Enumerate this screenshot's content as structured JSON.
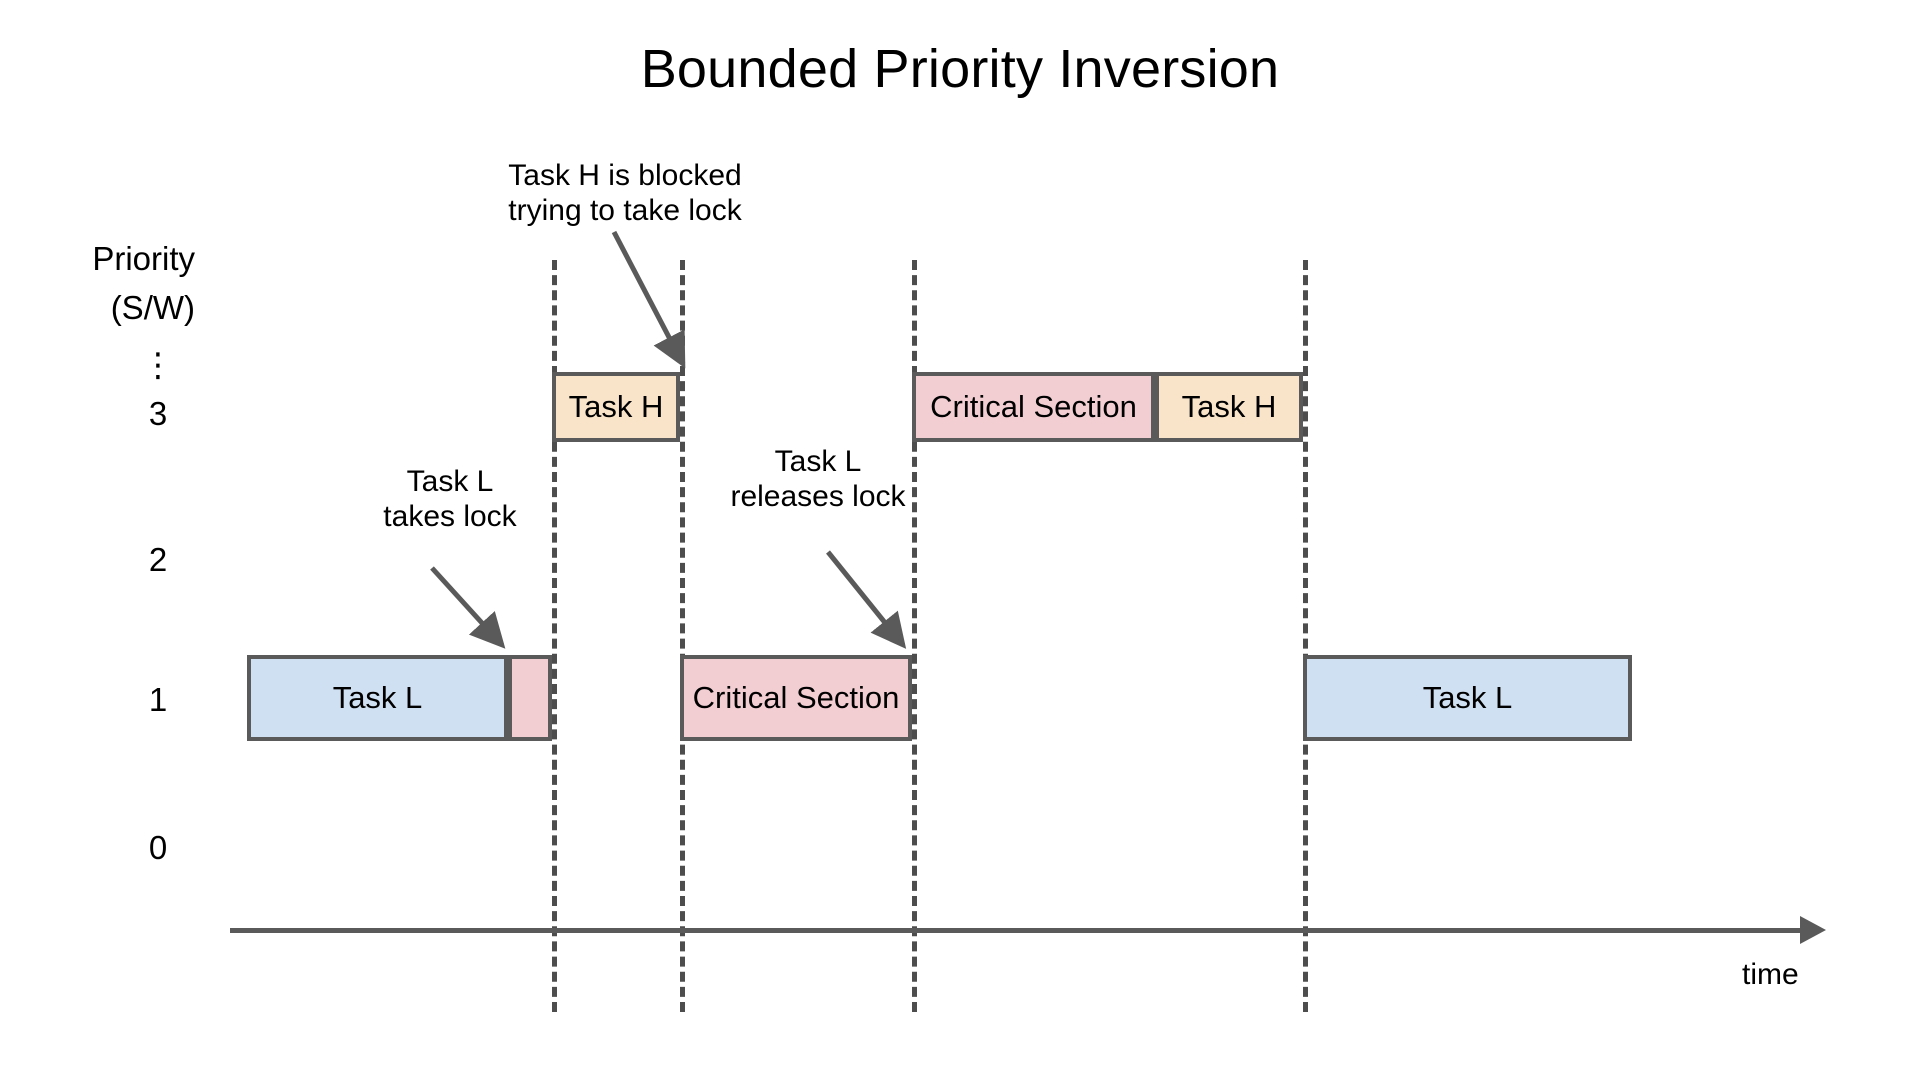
{
  "title": "Bounded Priority Inversion",
  "axes": {
    "ylabel_line1": "Priority",
    "ylabel_line2": "(S/W)",
    "xlabel": "time",
    "ytick_dots": "⋮",
    "yticks": [
      "3",
      "2",
      "1",
      "0"
    ]
  },
  "annotations": {
    "task_h_blocked": "Task H is blocked\ntrying to take lock",
    "task_l_takes_lock": "Task L\ntakes lock",
    "task_l_releases_lock": "Task L\nreleases lock"
  },
  "blocks": {
    "task_h_blocked_run": "Task H",
    "critical_section_high": "Critical Section",
    "task_h_resumed": "Task H",
    "task_l_first": "Task L",
    "task_l_lock_taken": "",
    "critical_section_low": "Critical Section",
    "task_l_last": "Task L"
  },
  "colors": {
    "task_l_fill": "#cfe0f2",
    "task_h_fill": "#fae4c9",
    "critical_section_fill": "#f2ced3",
    "stroke": "#5a5a5a",
    "dash": "#4d4d4d",
    "text": "#000000",
    "background": "#ffffff"
  },
  "chart_data": {
    "type": "timeline",
    "title": "Bounded Priority Inversion",
    "xlabel": "time",
    "ylabel": "Priority (S/W)",
    "ytick_labels": [
      "0",
      "1",
      "2",
      "3",
      "⋮"
    ],
    "grid": false,
    "legend": "none",
    "event_times": [
      552,
      680,
      912,
      1303
    ],
    "rows": [
      {
        "priority": 3,
        "segments": [
          {
            "label": "Task H",
            "type": "task-h",
            "x0": 552,
            "x1": 680
          },
          {
            "label": "Critical Section",
            "type": "critical",
            "x0": 912,
            "x1": 1155
          },
          {
            "label": "Task H",
            "type": "task-h",
            "x0": 1155,
            "x1": 1303
          }
        ]
      },
      {
        "priority": 1,
        "segments": [
          {
            "label": "Task L",
            "type": "task-l",
            "x0": 247,
            "x1": 508
          },
          {
            "label": "",
            "type": "critical",
            "x0": 508,
            "x1": 552
          },
          {
            "label": "Critical Section",
            "type": "critical",
            "x0": 680,
            "x1": 912
          },
          {
            "label": "Task L",
            "type": "task-l",
            "x0": 1303,
            "x1": 1632
          }
        ]
      }
    ]
  }
}
